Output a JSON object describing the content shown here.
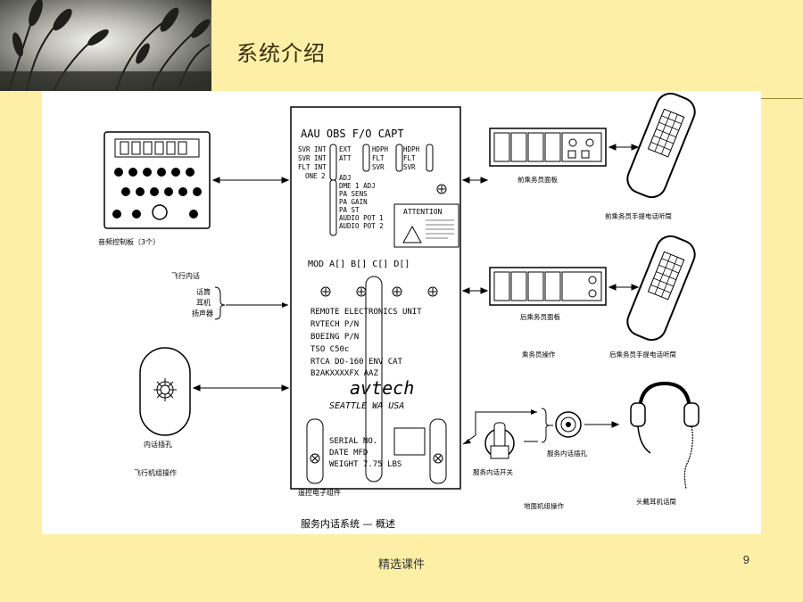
{
  "slide": {
    "title": "系统介绍",
    "footer": "精选课件",
    "page_number": "9",
    "background_color": "#fdf0a6",
    "banner_image": "wheat-field-photo"
  },
  "diagram": {
    "caption": "服务内话系统 — 概述",
    "unit": {
      "header": "AAU  OBS  F/O  CAPT",
      "switches_col1": [
        "SVR INT",
        "SVR INT",
        "FLT INT",
        "ONE 2"
      ],
      "switches_col2": [
        "EXT",
        "ATT"
      ],
      "switches_col3": [
        "HDPH",
        "FLT",
        "SVR"
      ],
      "switches_col4": [
        "HDPH",
        "FLT",
        "SVR"
      ],
      "adjustments": [
        "ADJ",
        "DME 1 ADJ",
        "PA SENS",
        "PA GAIN",
        "PA ST",
        "AUDIO POT 1",
        "AUDIO POT 2"
      ],
      "attention_title": "ATTENTION",
      "mod_row": "MOD  A[]  B[]  C[]  D[]",
      "info_lines": [
        "REMOTE ELECTRONICS UNIT",
        "RVTECH P/N",
        "BOEING P/N",
        "TSO C50c",
        "RTCA DO-160    ENV CAT",
        "B2AKXXXXFX    AAZ"
      ],
      "brand": "avtech",
      "city": "SEATTLE  WA  USA",
      "plate": [
        "SERIAL NO.",
        "DATE MFD",
        "WEIGHT 7.75 LBS"
      ],
      "label": "遥控电子组件"
    },
    "left": {
      "audio_panel_label": "音频控制板（3个）",
      "flight_interphone": "飞行内话",
      "flight_items": [
        "话筒",
        "耳机",
        "扬声器"
      ],
      "jack_label": "内话插孔",
      "flight_crew_ops": "飞行机组操作"
    },
    "right": {
      "fwd_panel_label": "前乘务员面板",
      "fwd_handset_label": "前乘务员手提电话听筒",
      "aft_panel_label": "后乘务员面板",
      "cabin_ops": "乘务员操作",
      "aft_handset_label": "后乘务员手提电话听筒",
      "service_switch_label": "服务内话开关",
      "service_jack_label": "服务内话插孔",
      "ground_ops": "地面机组操作",
      "headset_label": "头戴耳机话筒"
    }
  }
}
